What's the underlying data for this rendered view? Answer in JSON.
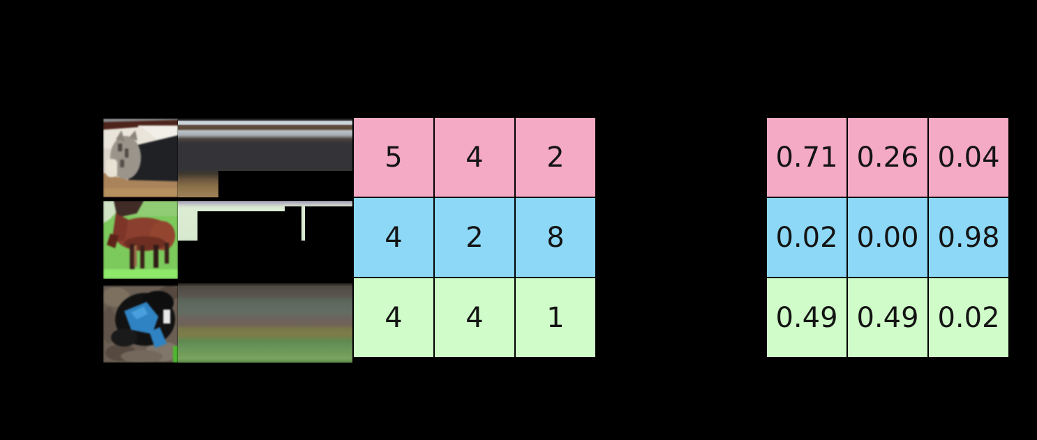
{
  "canvas": {
    "background": "#000000",
    "grid_border_color": "#000000",
    "text_color": "#141414"
  },
  "row_colors": {
    "cat": "#f4a9c4",
    "horse": "#8dd8f6",
    "dog": "#cffcc8"
  },
  "images": {
    "cat": "cat photo thumbnail",
    "horse": "horse photo thumbnail",
    "dog": "dog photo thumbnail"
  },
  "logits_table": {
    "rows": [
      [
        "5",
        "4",
        "2"
      ],
      [
        "4",
        "2",
        "8"
      ],
      [
        "4",
        "4",
        "1"
      ]
    ]
  },
  "softmax_table": {
    "rows": [
      [
        "0.71",
        "0.26",
        "0.04"
      ],
      [
        "0.02",
        "0.00",
        "0.98"
      ],
      [
        "0.49",
        "0.49",
        "0.02"
      ]
    ]
  }
}
